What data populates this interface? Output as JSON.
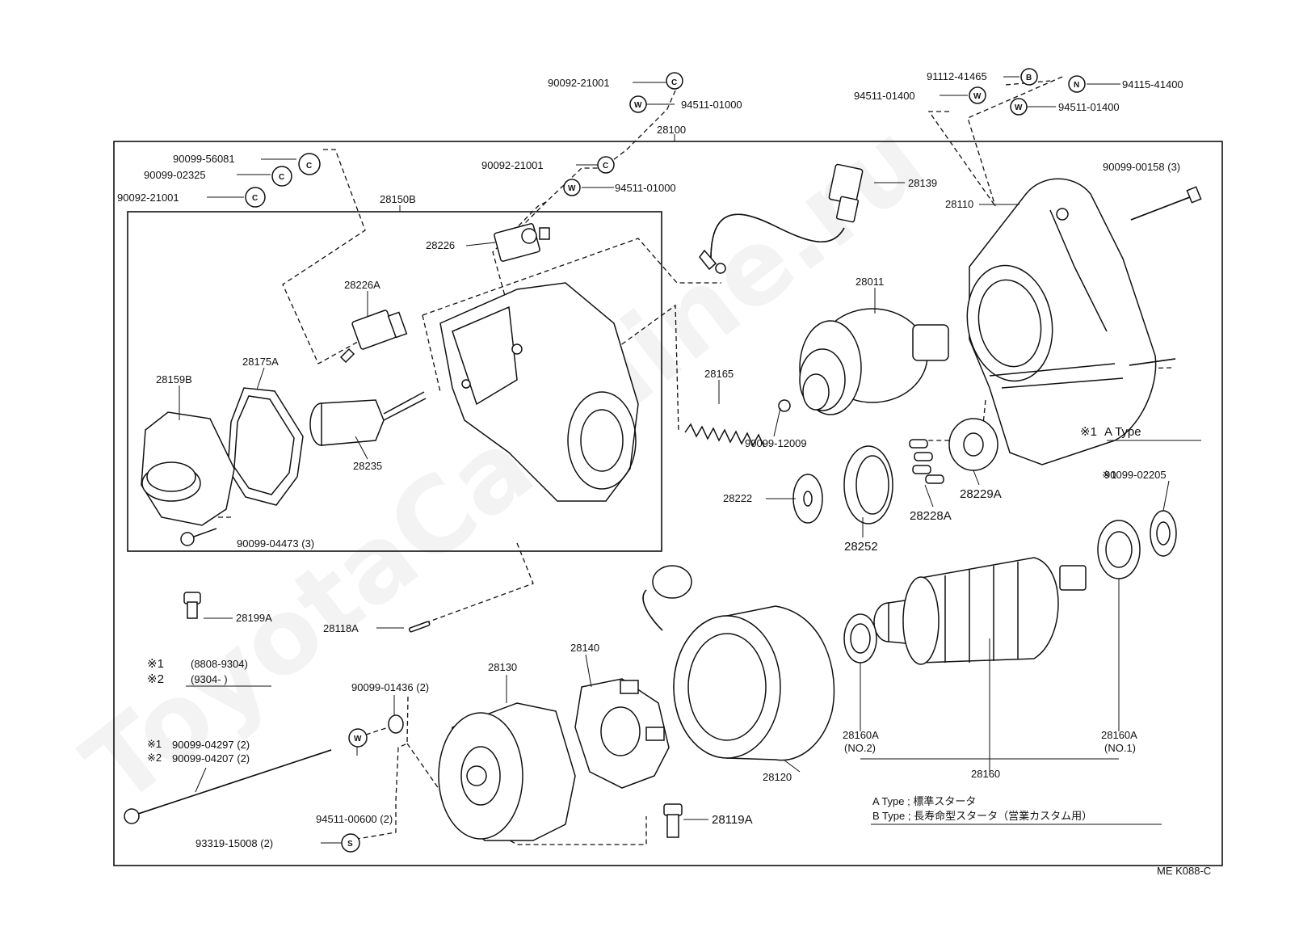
{
  "diagram": {
    "watermark": "ToyotaCarMine.ru",
    "figure_code": "ME K088-C",
    "assembly_no": "28100",
    "sub_assembly_no": "28150B",
    "labels": {
      "l_90092_21001_top": "90092-21001",
      "l_94511_01000_top": "94511-01000",
      "l_90092_21001_mid": "90092-21001",
      "l_94511_01000_mid": "94511-01000",
      "l_91112_41465": "91112-41465",
      "l_94511_01400_a": "94511-01400",
      "l_94115_41400": "94115-41400",
      "l_94511_01400_b": "94511-01400",
      "l_90099_56081": "90099-56081",
      "l_90099_02325": "90099-02325",
      "l_90092_21001_left": "90092-21001",
      "l_28139": "28139",
      "l_90099_00158": "90099-00158 (3)",
      "l_28226": "28226",
      "l_28110": "28110",
      "l_28226A": "28226A",
      "l_28011": "28011",
      "l_28175A": "28175A",
      "l_28159B": "28159B",
      "l_28165": "28165",
      "l_90099_12009": "90099-12009",
      "l_28235": "28235",
      "l_28222": "28222",
      "l_28252": "28252",
      "l_28228A": "28228A",
      "l_28229A": "28229A",
      "l_90099_02205": "90099-02205",
      "l_90099_04473": "90099-04473 (3)",
      "l_28199A": "28199A",
      "l_28118A": "28118A",
      "l_90099_01436": "90099-01436 (2)",
      "l_28130": "28130",
      "l_28140": "28140",
      "l_90099_04297": "90099-04297 (2)",
      "l_90099_04207": "90099-04207 (2)",
      "l_94511_00600": "94511-00600 (2)",
      "l_93319_15008": "93319-15008 (2)",
      "l_28119A": "28119A",
      "l_28120": "28120",
      "l_28160A_no2": "28160A",
      "l_no2": "(NO.2)",
      "l_28160": "28160",
      "l_28160A_no1": "28160A",
      "l_no1": "(NO.1)"
    },
    "symbols": {
      "c": "C",
      "w": "W",
      "b": "B",
      "n": "N",
      "s": "S"
    },
    "markers": {
      "mark1": "※1",
      "mark2": "※2"
    },
    "type_note": "A Type",
    "date_codes": {
      "range1": "(8808-9304)",
      "range2": "(9304-      )"
    },
    "legend": {
      "a_type": "A Type ; 標準スタータ",
      "b_type": "B Type ; 長寿命型スタータ（営業カスタム用）"
    }
  }
}
